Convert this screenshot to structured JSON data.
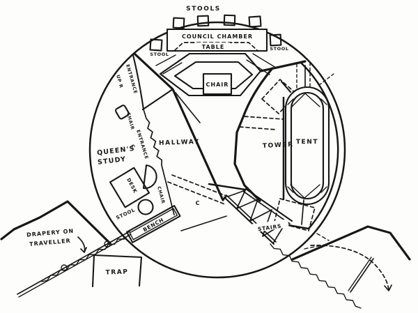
{
  "colors": {
    "ink": "#171717",
    "paper": "#fdfdfb"
  },
  "plan": {
    "council_chamber": {
      "stools_top_label": "STOOLS",
      "room_label": "COUNCIL CHAMBER",
      "table_label": "TABLE",
      "stool_left_label": "STOOL",
      "stool_right_label": "STOOL",
      "chair_label": "CHAIR"
    },
    "entrances": {
      "up_right": {
        "word": "ENTRANCE",
        "position": "UP R"
      },
      "chair_label": "CHAIR",
      "center": {
        "word": "ENTRANCE",
        "position": "C"
      }
    },
    "hallway": {
      "label": "HALLWAY",
      "center_mark": "C"
    },
    "queens_study": {
      "name_line1": "QUEEN'S",
      "name_line2": "STUDY",
      "desk_label": "DESK",
      "chair_label": "CHAIR",
      "stool_label": "STOOL",
      "bench_label": "BENCH"
    },
    "right_side": {
      "tower_label": "TOWER",
      "tent_label": "TENT",
      "stairs_label": "STAIRS"
    },
    "offstage": {
      "drapery_line1": "DRAPERY ON",
      "drapery_line2": "TRAVELLER",
      "trap_label": "TRAP"
    }
  }
}
